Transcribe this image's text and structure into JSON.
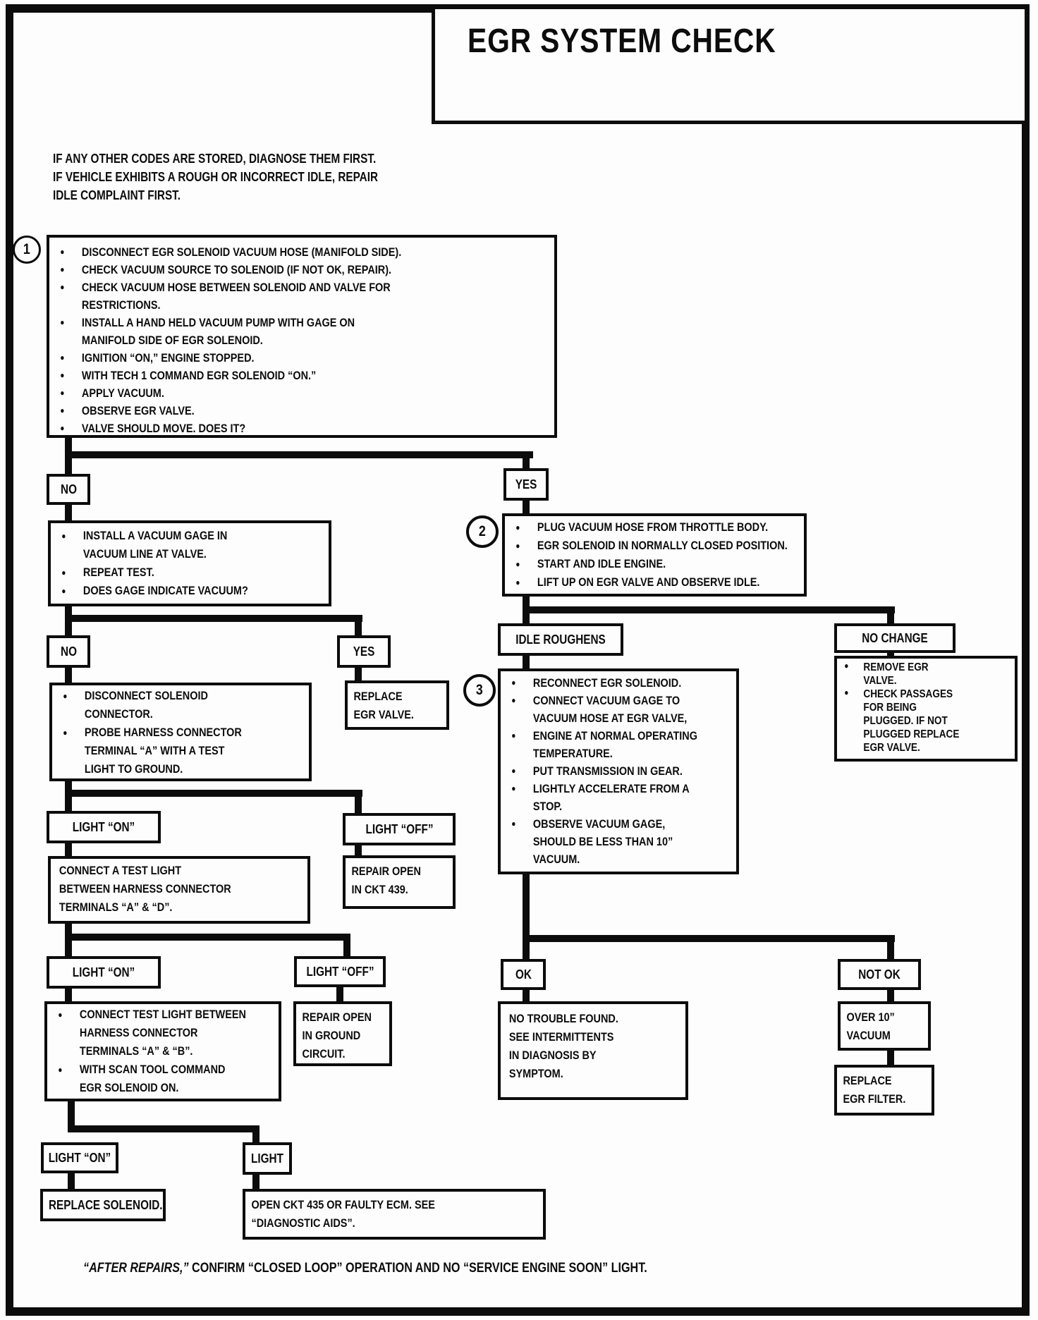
{
  "title": "EGR SYSTEM CHECK",
  "intro": "IF ANY OTHER CODES ARE STORED, DIAGNOSE THEM FIRST.\nIF VEHICLE EXHIBITS A ROUGH OR INCORRECT IDLE, REPAIR\nIDLE COMPLAINT FIRST.",
  "step_numbers": {
    "one": "1",
    "two": "2",
    "three": "3"
  },
  "boxes": {
    "step1": {
      "bullets": [
        "DISCONNECT EGR SOLENOID VACUUM HOSE (MANIFOLD SIDE).",
        "CHECK VACUUM SOURCE TO SOLENOID (IF NOT OK, REPAIR).",
        "CHECK VACUUM HOSE BETWEEN SOLENOID AND VALVE FOR\nRESTRICTIONS.",
        "INSTALL A HAND HELD VACUUM PUMP WITH GAGE ON\nMANIFOLD SIDE OF EGR SOLENOID.",
        "IGNITION “ON,” ENGINE STOPPED.",
        "WITH TECH 1 COMMAND EGR SOLENOID “ON.”",
        "APPLY VACUUM.",
        "OBSERVE EGR VALVE.",
        "VALVE SHOULD MOVE.  DOES IT?"
      ]
    },
    "gage": {
      "bullets": [
        "INSTALL A VACUUM GAGE IN\nVACUUM LINE AT VALVE.",
        "REPEAT TEST.",
        "DOES GAGE INDICATE VACUUM?"
      ]
    },
    "step2": {
      "bullets": [
        "PLUG VACUUM HOSE FROM THROTTLE BODY.",
        "EGR SOLENOID IN NORMALLY CLOSED POSITION.",
        "START AND IDLE ENGINE.",
        "LIFT UP ON EGR VALVE AND OBSERVE IDLE."
      ]
    },
    "disconnect": {
      "bullets": [
        "DISCONNECT SOLENOID\nCONNECTOR.",
        "PROBE HARNESS CONNECTOR\nTERMINAL “A” WITH A TEST\nLIGHT TO GROUND."
      ]
    },
    "step3": {
      "bullets": [
        "RECONNECT EGR SOLENOID.",
        "CONNECT VACUUM GAGE TO\nVACUUM HOSE AT EGR VALVE,",
        "ENGINE AT NORMAL OPERATING\nTEMPERATURE.",
        "PUT TRANSMISSION IN GEAR.",
        "LIGHTLY ACCELERATE FROM A\nSTOP.",
        "OBSERVE VACUUM GAGE,\nSHOULD BE LESS THAN 10”\nVACUUM."
      ]
    },
    "remove_egr": {
      "bullets": [
        "REMOVE EGR\nVALVE.",
        "CHECK PASSAGES\nFOR BEING\nPLUGGED.  IF NOT\nPLUGGED REPLACE\nEGR VALVE."
      ]
    },
    "connect_ab": {
      "bullets": [
        "CONNECT TEST LIGHT BETWEEN\nHARNESS CONNECTOR\nTERMINALS “A” & “B”.",
        "WITH SCAN TOOL COMMAND\nEGR SOLENOID ON."
      ]
    },
    "connect_ad": {
      "text": "CONNECT A TEST LIGHT\nBETWEEN HARNESS CONNECTOR\nTERMINALS “A” & “D”."
    },
    "replace_egr_valve": {
      "text": "REPLACE\nEGR VALVE."
    },
    "repair_ckt439": {
      "text": "REPAIR OPEN\nIN CKT 439."
    },
    "repair_ground": {
      "text": "REPAIR OPEN\nIN GROUND\nCIRCUIT."
    },
    "replace_solenoid": {
      "text": "REPLACE SOLENOID."
    },
    "open_ckt435": {
      "text": "OPEN CKT 435 OR FAULTY ECM.  SEE\n“DIAGNOSTIC AIDS”."
    },
    "no_trouble": {
      "text": "NO TROUBLE FOUND.\nSEE INTERMITTENTS\nIN DIAGNOSIS BY\nSYMPTOM."
    },
    "over_10": {
      "text": "OVER 10”\nVACUUM"
    },
    "replace_filter": {
      "text": "REPLACE\nEGR FILTER."
    }
  },
  "labels": {
    "no1": "NO",
    "yes1": "YES",
    "no2": "NO",
    "yes2": "YES",
    "idle_roughens": "IDLE ROUGHENS",
    "no_change": "NO CHANGE",
    "light_on_1": "LIGHT “ON”",
    "light_off_1": "LIGHT “OFF”",
    "light_on_2": "LIGHT “ON”",
    "light_off_2": "LIGHT “OFF”",
    "light_on_3": "LIGHT “ON”",
    "light_3": "LIGHT",
    "ok": "OK",
    "not_ok": "NOT OK"
  },
  "footer": {
    "prefix": "“AFTER REPAIRS,”",
    "rest": " CONFIRM “CLOSED LOOP” OPERATION AND NO “SERVICE ENGINE SOON” LIGHT."
  },
  "colors": {
    "ink": "#0c0c0c",
    "paper": "#fdfdfd"
  }
}
